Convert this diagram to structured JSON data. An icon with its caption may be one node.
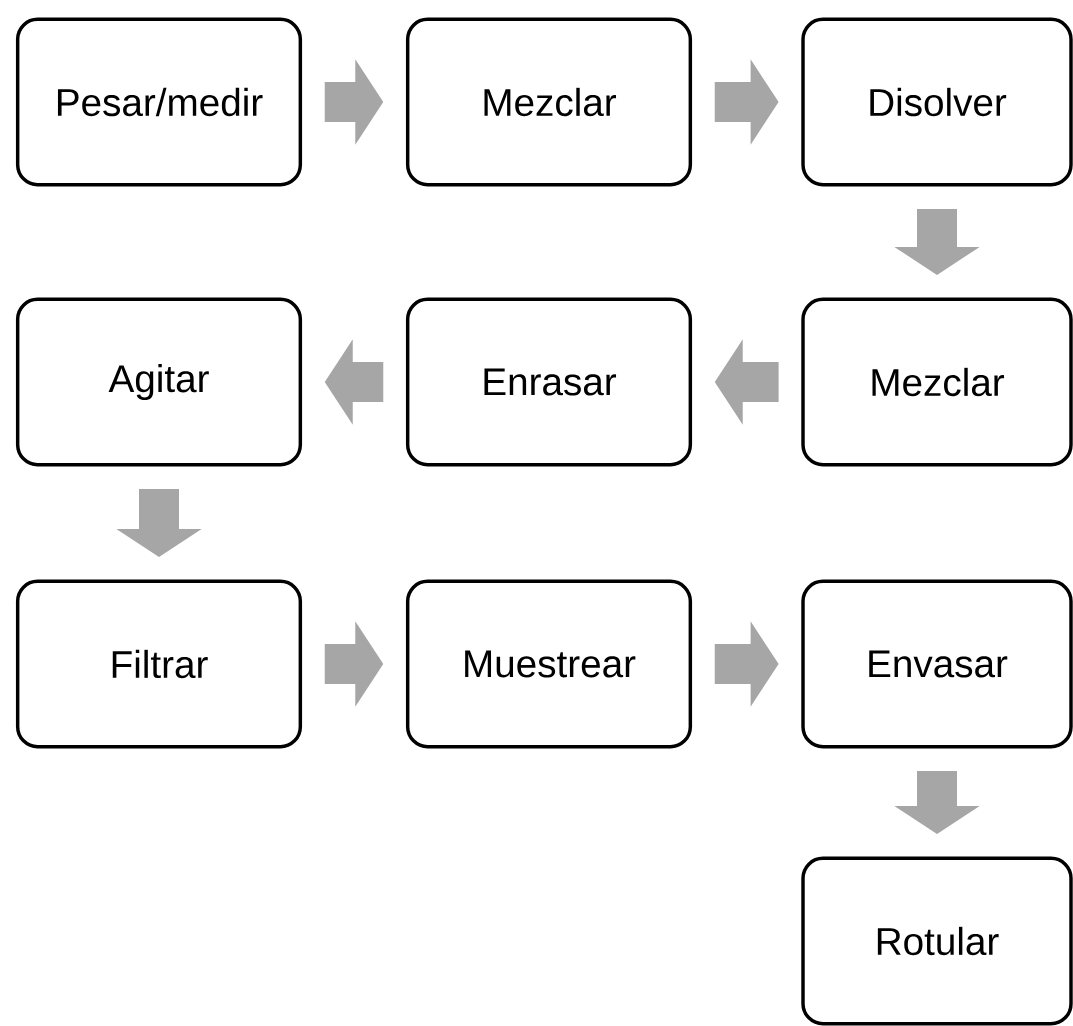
{
  "diagram": {
    "nodes": [
      {
        "text": [
          "Pesar/medir"
        ]
      },
      {
        "text": [
          "Mezclar"
        ]
      },
      {
        "text": [
          "Disolver"
        ]
      },
      {
        "text": [
          "Mezclar"
        ]
      },
      {
        "text": [
          "Enrasar"
        ]
      },
      {
        "text": [
          "Agitar"
        ]
      },
      {
        "text": [
          "Filtrar"
        ]
      },
      {
        "text": [
          "Muestrear"
        ]
      },
      {
        "text": [
          "Envasar"
        ]
      },
      {
        "text": [
          "Rotular"
        ]
      }
    ],
    "edges": [
      {
        "from": 0,
        "to": 1,
        "arrow": "to"
      },
      {
        "from": 1,
        "to": 2,
        "arrow": "to"
      },
      {
        "from": 2,
        "to": 3,
        "arrow": "to"
      },
      {
        "from": 3,
        "to": 4,
        "arrow": "to"
      },
      {
        "from": 4,
        "to": 5,
        "arrow": "to"
      },
      {
        "from": 5,
        "to": 6,
        "arrow": "to"
      },
      {
        "from": 6,
        "to": 7,
        "arrow": "to"
      },
      {
        "from": 7,
        "to": 8,
        "arrow": "to"
      },
      {
        "from": 8,
        "to": 9,
        "arrow": "to"
      }
    ]
  }
}
